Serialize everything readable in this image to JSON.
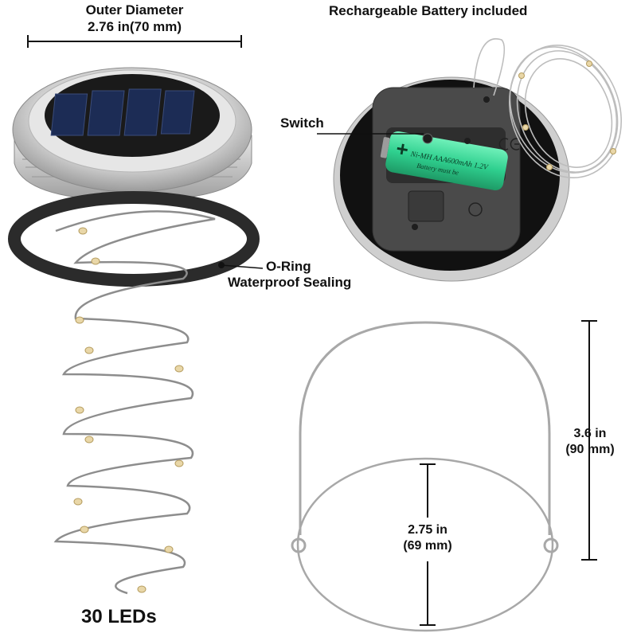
{
  "labels": {
    "outer_diameter_title": "Outer Diameter",
    "outer_diameter_value": "2.76 in(70 mm)",
    "battery_title": "Rechargeable Battery included",
    "switch": "Switch",
    "oring_line1": "O-Ring",
    "oring_line2": "Waterproof Sealing",
    "height_in": "3.6 in",
    "height_mm": "(90 mm)",
    "ring_in": "2.75 in",
    "ring_mm": "(69 mm)",
    "leds": "30 LEDs"
  },
  "battery": {
    "line1": "Ni-MH AAA600mAh 1.2V",
    "line2": "Battery must be"
  },
  "colors": {
    "solar_panel": "#1c2c55",
    "battery_green": "#2fd08f",
    "oring": "#2b2b2b",
    "metal": "#c8c8c8",
    "wire": "#8d8d8d",
    "led": "#e9d7a8"
  }
}
